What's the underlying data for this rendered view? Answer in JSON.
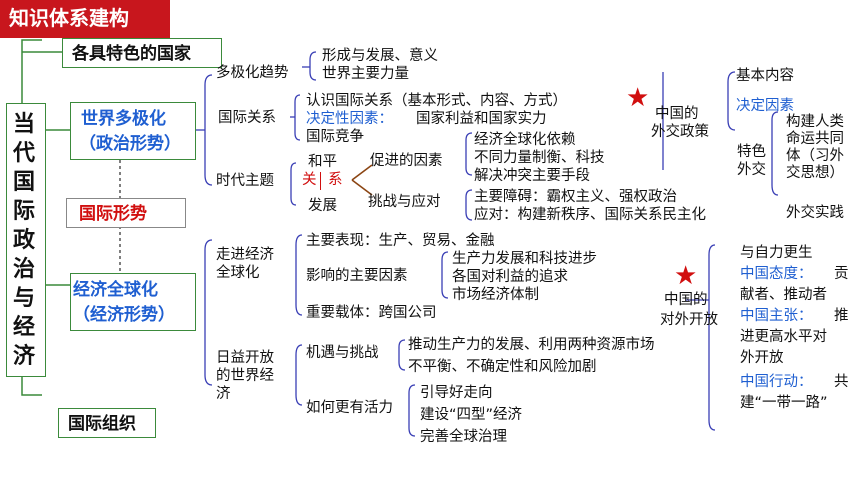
{
  "header": {
    "title": "知识体系建构"
  },
  "root": {
    "label": "当代国际政治与经济"
  },
  "level1": {
    "countries": "各具特色的国家",
    "multipolar": "世界多极化",
    "multipolar_sub": "（政治形势）",
    "situation": "国际形势",
    "globalization": "经济全球化",
    "globalization_sub": "（经济形势）",
    "orgs": "国际组织"
  },
  "multipolar_branch": {
    "trend": "多极化趋势",
    "trend_items": [
      "形成与发展、意义",
      "世界主要力量"
    ],
    "relations": "国际关系",
    "relations_items": [
      "认识国际关系（基本形式、内容、方式）",
      "国家利益和国家实力",
      "国际竞争"
    ],
    "decisive_label": "决定性因素：",
    "theme": "时代主题",
    "peace": "和平",
    "relation_word_1": "关",
    "relation_word_2": "系",
    "development": "发展",
    "promote": "促进的因素",
    "promote_items": [
      "经济全球化依赖",
      "不同力量制衡、科技",
      "解决冲突主要手段"
    ],
    "challenge": "挑战与应对",
    "challenge_items": [
      "主要障碍：霸权主义、强权政治",
      "应对：构建新秩序、国际关系民主化"
    ]
  },
  "diplomacy": {
    "title_1": "中国的",
    "title_2": "外交政策",
    "basic": "基本内容",
    "decisive": "决定因素",
    "features_1": "特色",
    "features_2": "外交",
    "thought": [
      "构建人类",
      "命运共同",
      "体（习外",
      "交思想）"
    ],
    "practice": "外交实践"
  },
  "globalization_branch": {
    "go_1": "走进经济",
    "go_2": "全球化",
    "go_items": [
      "主要表现：生产、贸易、金融",
      "影响的主要因素",
      "重要载体：跨国公司"
    ],
    "factors": [
      "生产力发展和科技进步",
      "各国对利益的追求",
      "市场经济体制"
    ],
    "open_1": "日益开放",
    "open_2": "的世界经",
    "open_3": "济",
    "opportunity": "机遇与挑战",
    "opportunity_items": [
      "推动生产力的发展、利用两种资源市场",
      "不平衡、不确定性和风险加剧"
    ],
    "vitality": "如何更有活力",
    "vitality_items": [
      "引导好走向",
      "建设“四型”经济",
      "完善全球治理"
    ]
  },
  "opening": {
    "title_1": "中国的",
    "title_2": "对外开放",
    "self_reliance": "与自力更生",
    "attitude_label": "中国态度：",
    "attitude_1": "贡",
    "attitude_2": "献者、推动者",
    "proposal_label": "中国主张：",
    "proposal_1": "推",
    "proposal_2": "进更高水平对",
    "proposal_3": "外开放",
    "action_label": "中国行动：",
    "action_1": "共",
    "action_2": "建“一带一路”"
  },
  "colors": {
    "header_bg": "#c8161d",
    "blue_text": "#1f5fd1",
    "red_text": "#d10f0f",
    "green_border": "#3b8a3b",
    "bracket": "#3a3fb5"
  }
}
